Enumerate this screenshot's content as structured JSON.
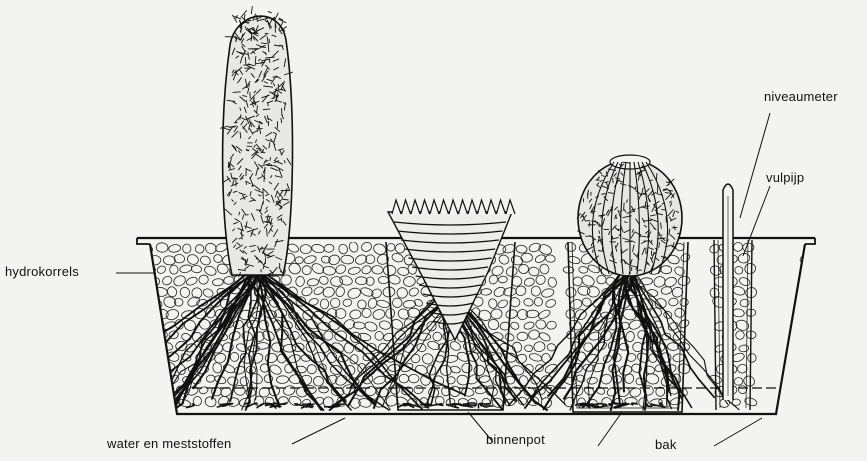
{
  "labels": {
    "hydrokorrels": "hydrokorrels",
    "water": "water en meststoffen",
    "binnenpot": "binnenpot",
    "bak": "bak",
    "niveaumeter": "niveaumeter",
    "vulpijp": "vulpijp"
  },
  "colors": {
    "ink": "#111111",
    "paper": "#f3f3f1"
  }
}
